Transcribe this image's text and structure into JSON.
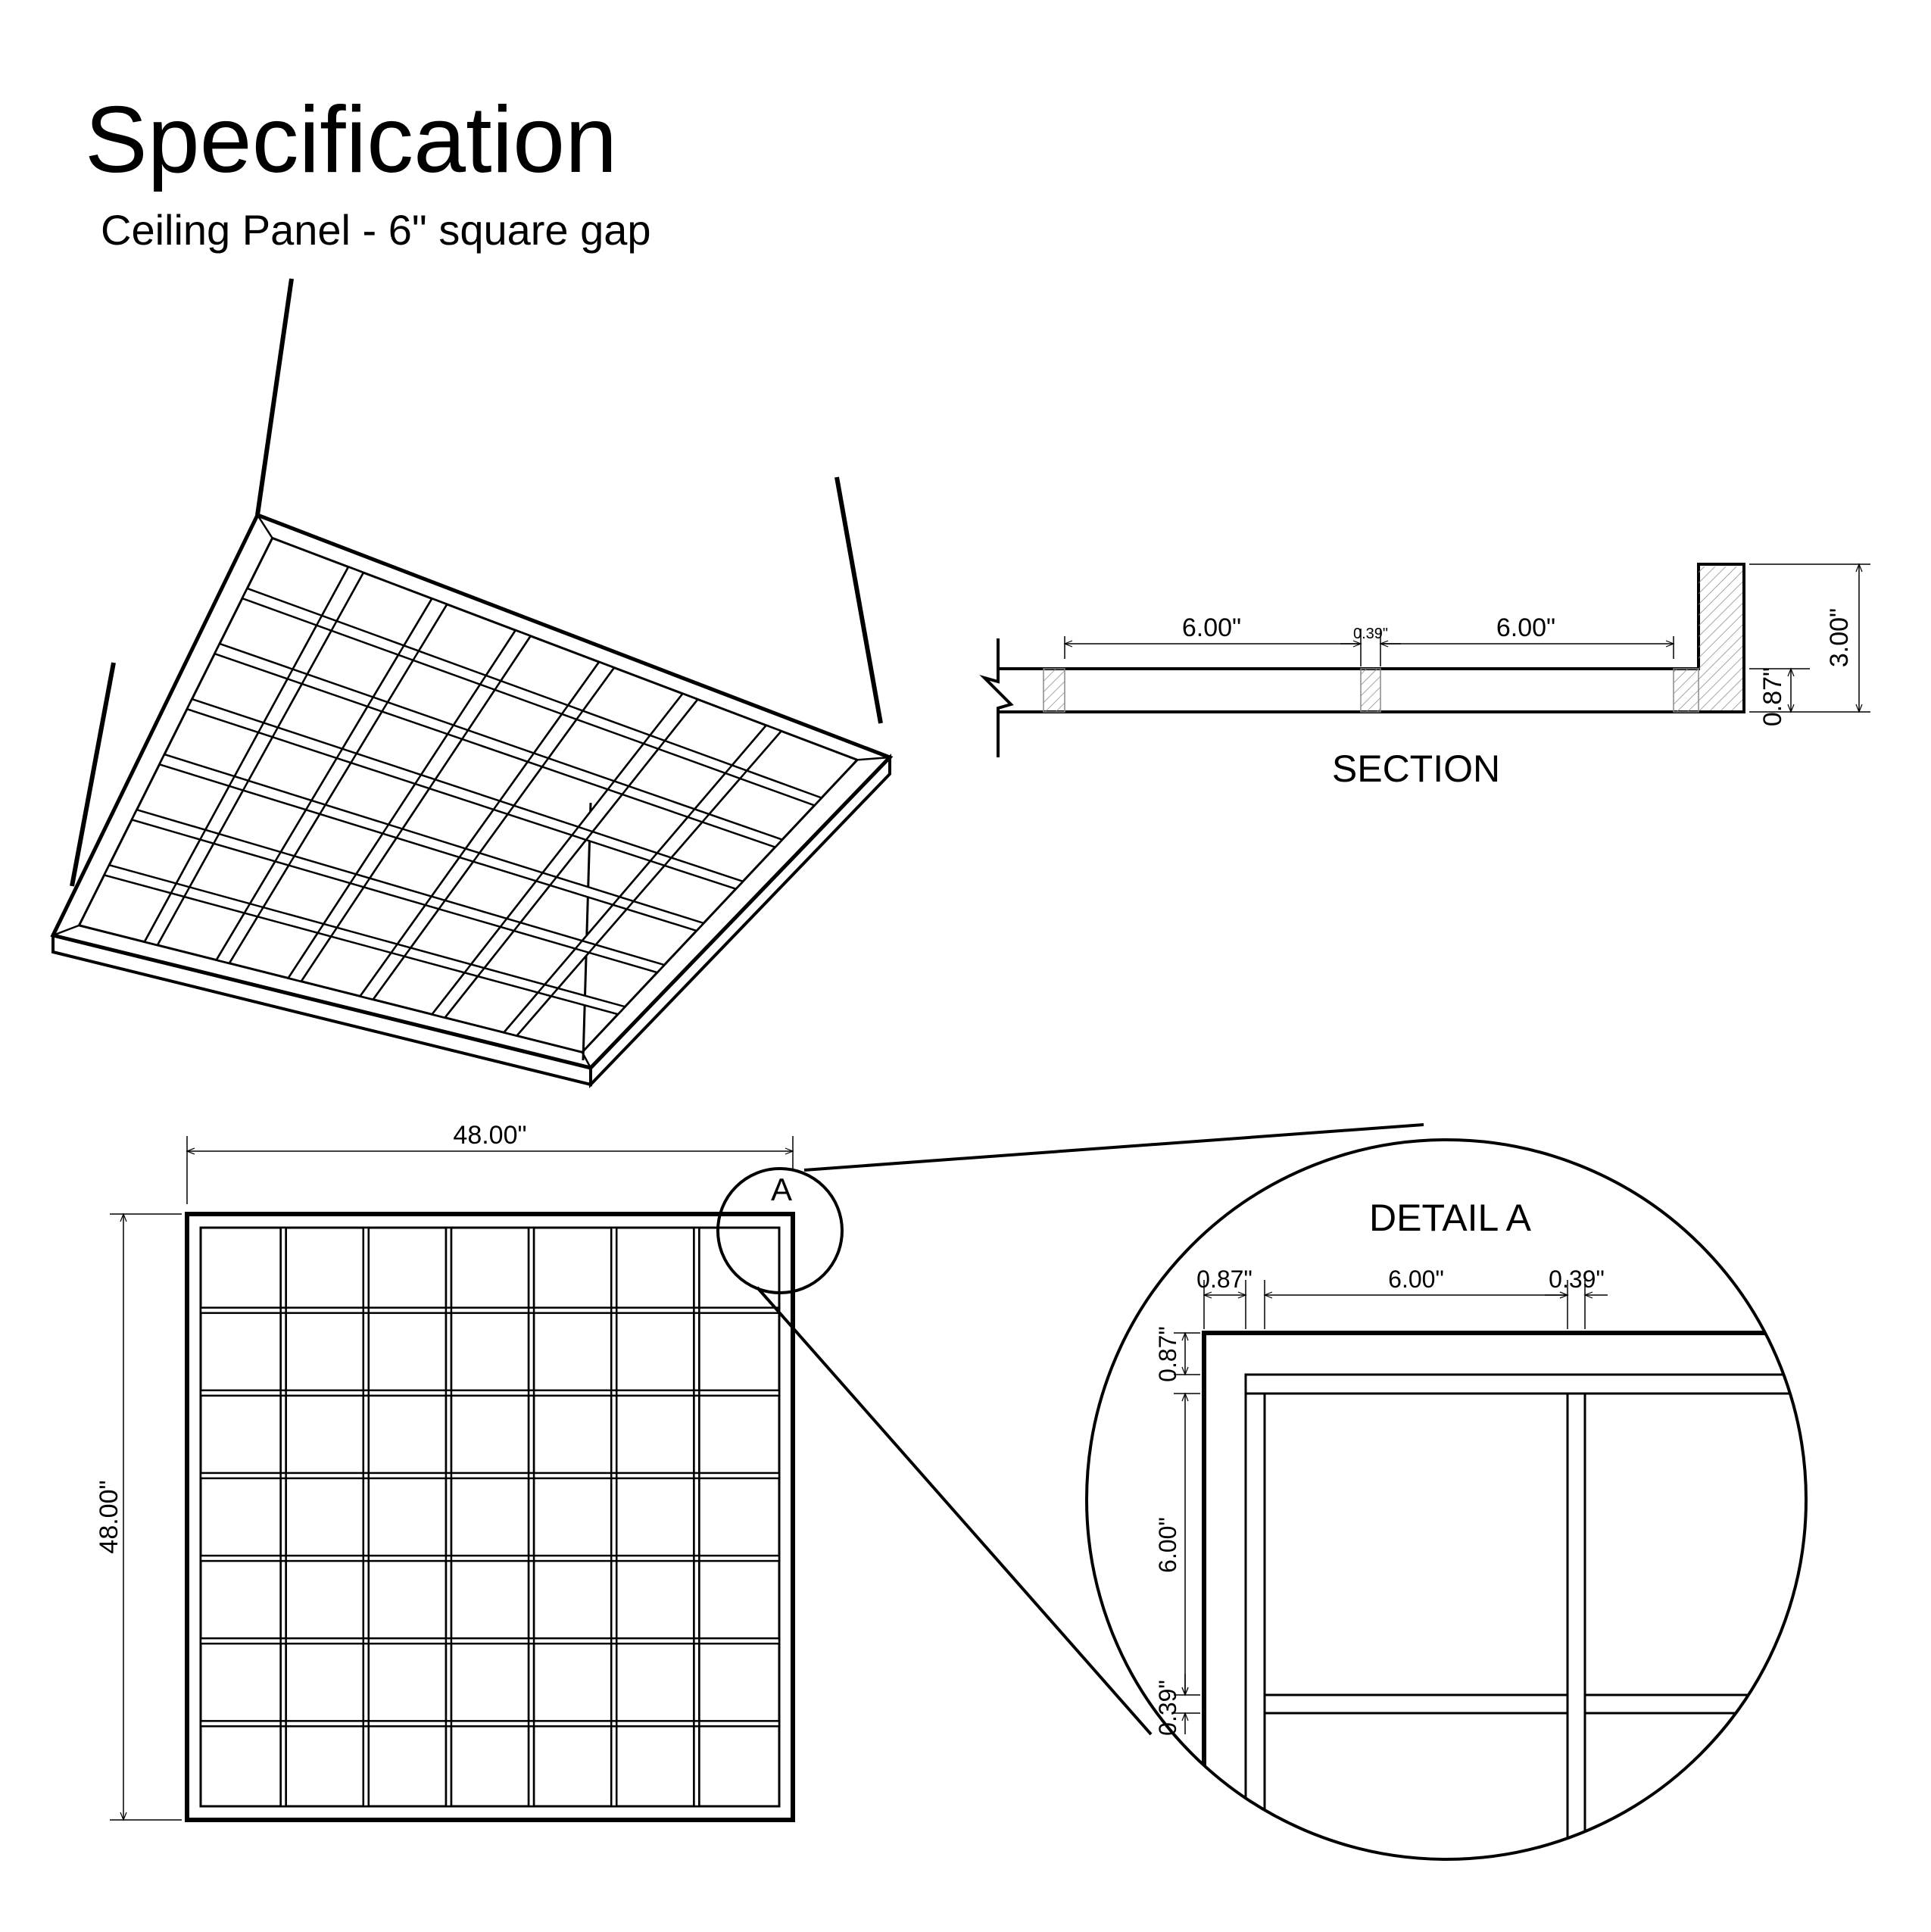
{
  "header": {
    "title": "Specification",
    "subtitle": "Ceiling Panel - 6\"  square gap"
  },
  "section": {
    "label": "SECTION",
    "dim_gap_left": "6.00\"",
    "dim_rib": "0.39\"",
    "dim_gap_right": "6.00\"",
    "dim_frame_height": "3.00\"",
    "dim_panel_thickness": "0.87\""
  },
  "plan": {
    "dim_width": "48.00\"",
    "dim_height": "48.00\"",
    "detail_marker": "A",
    "grid_cells": 7
  },
  "detail": {
    "label": "DETAIL  A",
    "dim_frame": "0.87\"",
    "dim_gap": "6.00\"",
    "dim_rib": "0.39\"",
    "dim_frame_v": "0.87\"",
    "dim_gap_v": "6.00\"",
    "dim_rib_v": "0.39\""
  },
  "iso": {
    "grid_cells": 7
  }
}
